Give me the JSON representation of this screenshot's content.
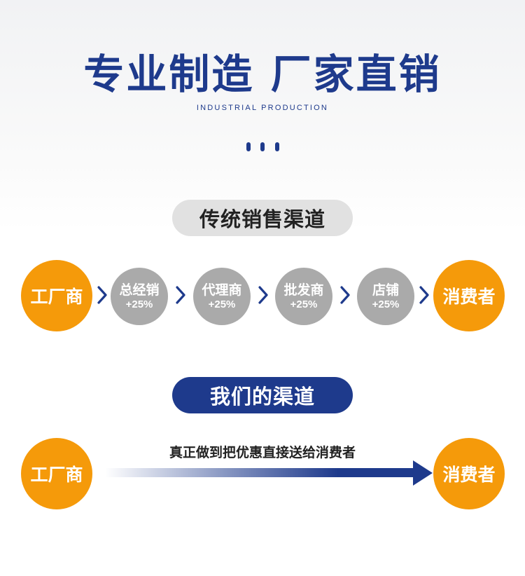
{
  "header": {
    "title": "专业制造 厂家直销",
    "subtitle": "INDUSTRIAL PRODUCTION"
  },
  "traditional": {
    "label": "传统销售渠道",
    "start": "工厂商",
    "steps": [
      {
        "name": "总经销",
        "markup": "+25%"
      },
      {
        "name": "代理商",
        "markup": "+25%"
      },
      {
        "name": "批发商",
        "markup": "+25%"
      },
      {
        "name": "店铺",
        "markup": "+25%"
      }
    ],
    "end": "消费者"
  },
  "ours": {
    "label": "我们的渠道",
    "start": "工厂商",
    "slogan": "真正做到把优惠直接送给消费者",
    "end": "消费者"
  },
  "colors": {
    "brand_blue": "#1e3a8c",
    "orange": "#f59a0a",
    "gray": "#aaaaaa"
  },
  "icons": {
    "step_arrow": "chevron-right-icon",
    "flow_arrow": "arrow-right-icon"
  }
}
